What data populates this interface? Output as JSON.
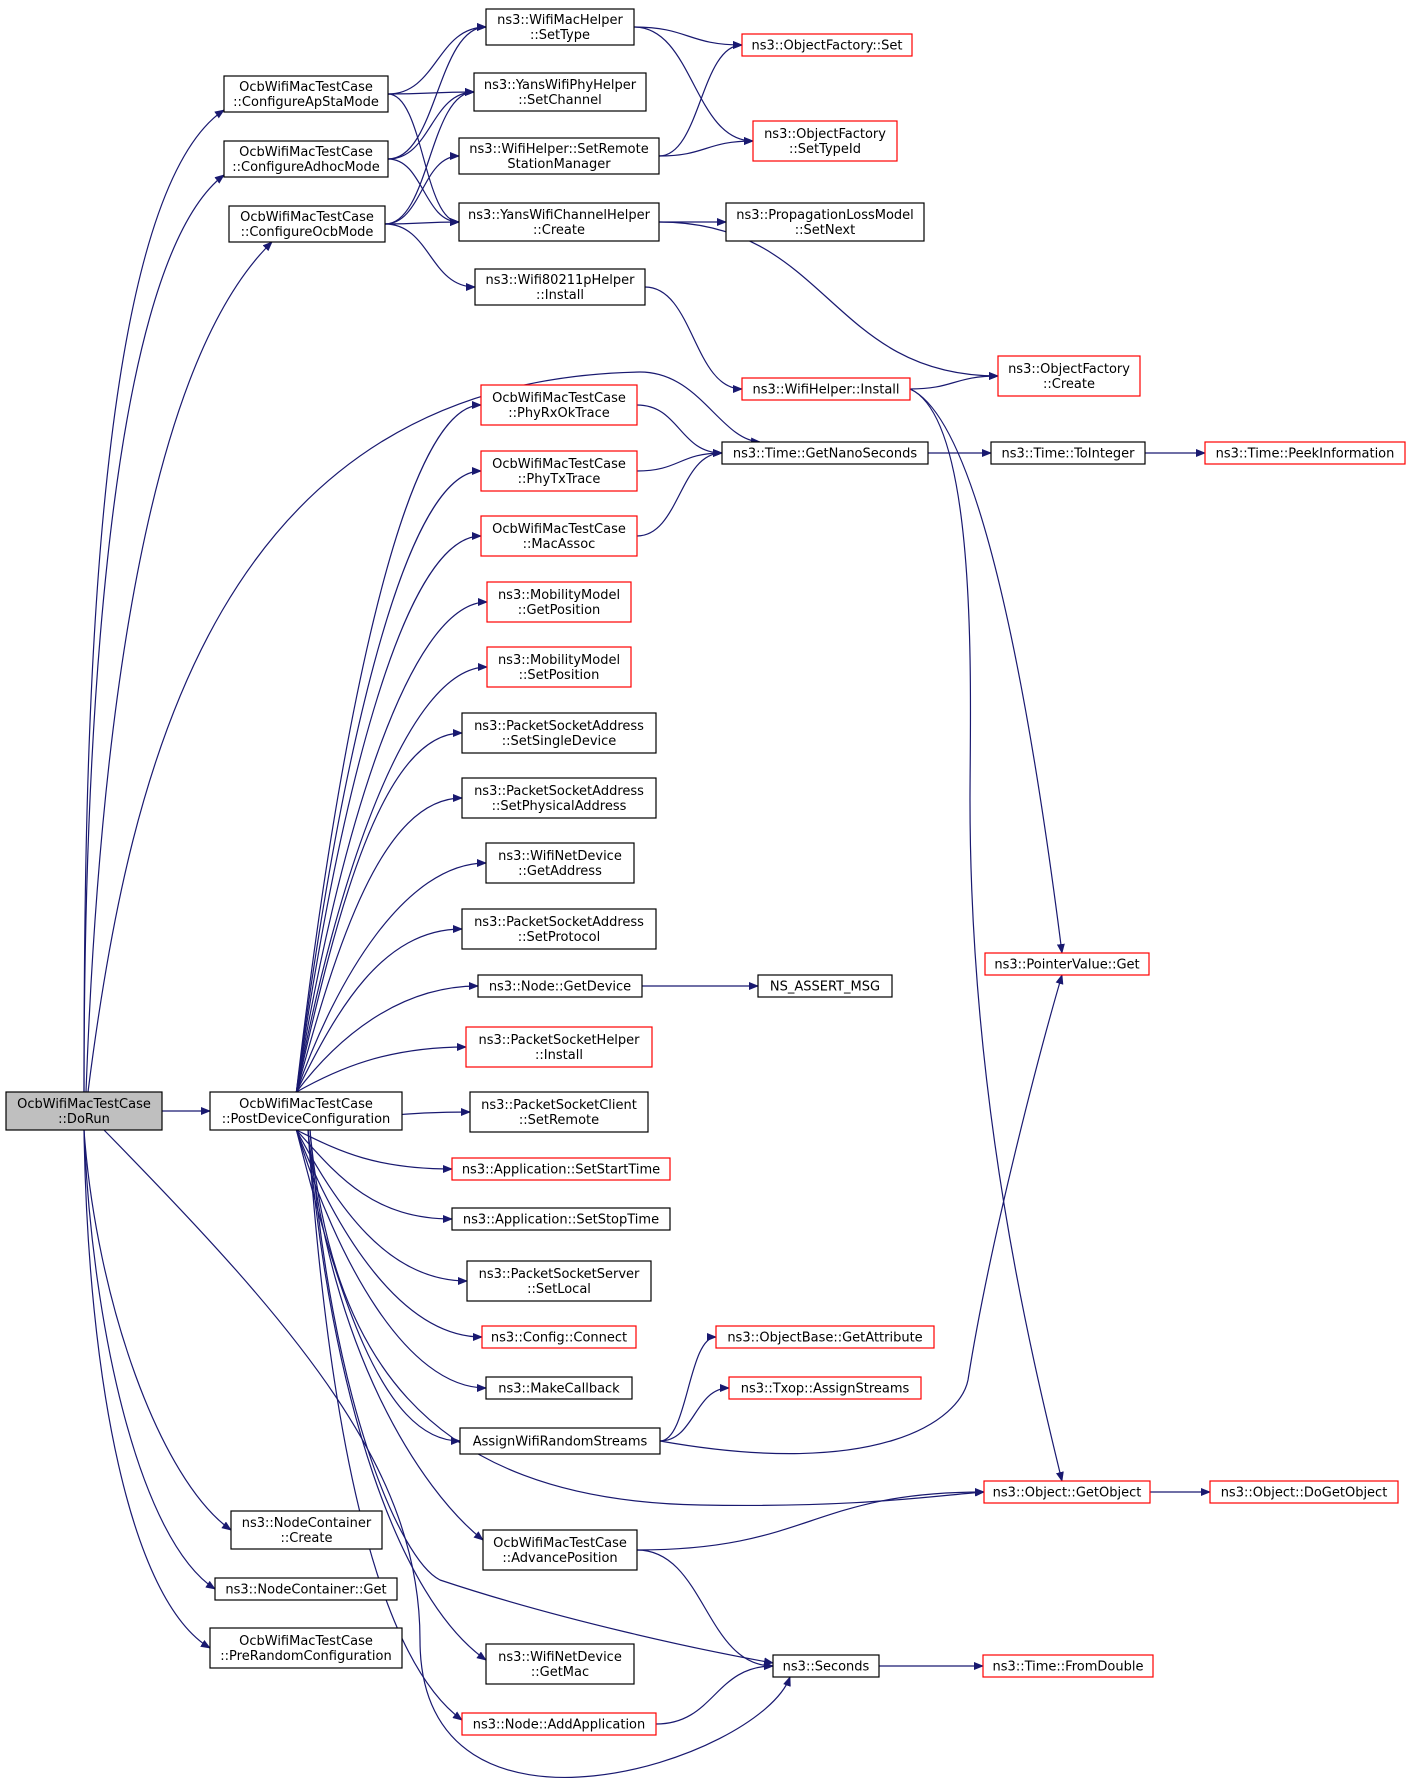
{
  "colors": {
    "edge": "#191970",
    "normal_border": "#000000",
    "link_border": "#ff0000",
    "root_fill": "#bfbfbf",
    "node_fill": "#ffffff"
  },
  "nodes": {
    "dorun": {
      "lines": [
        "OcbWifiMacTestCase",
        "::DoRun"
      ],
      "style": "root"
    },
    "apsta": {
      "lines": [
        "OcbWifiMacTestCase",
        "::ConfigureApStaMode"
      ],
      "style": "normal"
    },
    "adhoc": {
      "lines": [
        "OcbWifiMacTestCase",
        "::ConfigureAdhocMode"
      ],
      "style": "normal"
    },
    "ocbmode": {
      "lines": [
        "OcbWifiMacTestCase",
        "::ConfigureOcbMode"
      ],
      "style": "normal"
    },
    "settype": {
      "lines": [
        "ns3::WifiMacHelper",
        "::SetType"
      ],
      "style": "normal"
    },
    "setchannel": {
      "lines": [
        "ns3::YansWifiPhyHelper",
        "::SetChannel"
      ],
      "style": "normal"
    },
    "setremote_sm": {
      "lines": [
        "ns3::WifiHelper::SetRemote",
        "StationManager"
      ],
      "style": "normal"
    },
    "chcreate": {
      "lines": [
        "ns3::YansWifiChannelHelper",
        "::Create"
      ],
      "style": "normal"
    },
    "w80211p": {
      "lines": [
        "ns3::Wifi80211pHelper",
        "::Install"
      ],
      "style": "normal"
    },
    "ofset": {
      "lines": [
        "ns3::ObjectFactory::Set"
      ],
      "style": "link"
    },
    "ofsettypeid": {
      "lines": [
        "ns3::ObjectFactory",
        "::SetTypeId"
      ],
      "style": "link"
    },
    "plmsetnext": {
      "lines": [
        "ns3::PropagationLossModel",
        "::SetNext"
      ],
      "style": "normal"
    },
    "ofcreate": {
      "lines": [
        "ns3::ObjectFactory",
        "::Create"
      ],
      "style": "link"
    },
    "whinstall": {
      "lines": [
        "ns3::WifiHelper::Install"
      ],
      "style": "link"
    },
    "getnano": {
      "lines": [
        "ns3::Time::GetNanoSeconds"
      ],
      "style": "normal"
    },
    "tointeger": {
      "lines": [
        "ns3::Time::ToInteger"
      ],
      "style": "normal"
    },
    "peekinfo": {
      "lines": [
        "ns3::Time::PeekInformation"
      ],
      "style": "link"
    },
    "phyrx": {
      "lines": [
        "OcbWifiMacTestCase",
        "::PhyRxOkTrace"
      ],
      "style": "link"
    },
    "phytx": {
      "lines": [
        "OcbWifiMacTestCase",
        "::PhyTxTrace"
      ],
      "style": "link"
    },
    "macassoc": {
      "lines": [
        "OcbWifiMacTestCase",
        "::MacAssoc"
      ],
      "style": "link"
    },
    "getpos": {
      "lines": [
        "ns3::MobilityModel",
        "::GetPosition"
      ],
      "style": "link"
    },
    "setpos": {
      "lines": [
        "ns3::MobilityModel",
        "::SetPosition"
      ],
      "style": "link"
    },
    "setsingle": {
      "lines": [
        "ns3::PacketSocketAddress",
        "::SetSingleDevice"
      ],
      "style": "normal"
    },
    "setphys": {
      "lines": [
        "ns3::PacketSocketAddress",
        "::SetPhysicalAddress"
      ],
      "style": "normal"
    },
    "wndgetaddr": {
      "lines": [
        "ns3::WifiNetDevice",
        "::GetAddress"
      ],
      "style": "normal"
    },
    "setproto": {
      "lines": [
        "ns3::PacketSocketAddress",
        "::SetProtocol"
      ],
      "style": "normal"
    },
    "nodegetdev": {
      "lines": [
        "ns3::Node::GetDevice"
      ],
      "style": "normal"
    },
    "assertmsg": {
      "lines": [
        "NS_ASSERT_MSG"
      ],
      "style": "normal"
    },
    "pshinstall": {
      "lines": [
        "ns3::PacketSocketHelper",
        "::Install"
      ],
      "style": "link"
    },
    "pscsetremote": {
      "lines": [
        "ns3::PacketSocketClient",
        "::SetRemote"
      ],
      "style": "normal"
    },
    "appstart": {
      "lines": [
        "ns3::Application::SetStartTime"
      ],
      "style": "link"
    },
    "appstop": {
      "lines": [
        "ns3::Application::SetStopTime"
      ],
      "style": "normal"
    },
    "psssetlocal": {
      "lines": [
        "ns3::PacketSocketServer",
        "::SetLocal"
      ],
      "style": "normal"
    },
    "cfgconnect": {
      "lines": [
        "ns3::Config::Connect"
      ],
      "style": "link"
    },
    "makecb": {
      "lines": [
        "ns3::MakeCallback"
      ],
      "style": "normal"
    },
    "assignrs": {
      "lines": [
        "AssignWifiRandomStreams"
      ],
      "style": "normal"
    },
    "obgetattr": {
      "lines": [
        "ns3::ObjectBase::GetAttribute"
      ],
      "style": "link"
    },
    "txopassign": {
      "lines": [
        "ns3::Txop::AssignStreams"
      ],
      "style": "link"
    },
    "pvget": {
      "lines": [
        "ns3::PointerValue::Get"
      ],
      "style": "link"
    },
    "objgetobj": {
      "lines": [
        "ns3::Object::GetObject"
      ],
      "style": "link"
    },
    "objdoget": {
      "lines": [
        "ns3::Object::DoGetObject"
      ],
      "style": "link"
    },
    "postdev": {
      "lines": [
        "OcbWifiMacTestCase",
        "::PostDeviceConfiguration"
      ],
      "style": "normal"
    },
    "ncreate": {
      "lines": [
        "ns3::NodeContainer",
        "::Create"
      ],
      "style": "normal"
    },
    "nget": {
      "lines": [
        "ns3::NodeContainer::Get"
      ],
      "style": "normal"
    },
    "prerandom": {
      "lines": [
        "OcbWifiMacTestCase",
        "::PreRandomConfiguration"
      ],
      "style": "normal"
    },
    "advpos": {
      "lines": [
        "OcbWifiMacTestCase",
        "::AdvancePosition"
      ],
      "style": "normal"
    },
    "wndgetmac": {
      "lines": [
        "ns3::WifiNetDevice",
        "::GetMac"
      ],
      "style": "normal"
    },
    "seconds": {
      "lines": [
        "ns3::Seconds"
      ],
      "style": "normal"
    },
    "fromdouble": {
      "lines": [
        "ns3::Time::FromDouble"
      ],
      "style": "link"
    },
    "addapp": {
      "lines": [
        "ns3::Node::AddApplication"
      ],
      "style": "link"
    }
  },
  "edges": [
    {
      "from": "dorun",
      "to": "apsta"
    },
    {
      "from": "dorun",
      "to": "adhoc"
    },
    {
      "from": "dorun",
      "to": "ocbmode"
    },
    {
      "from": "dorun",
      "to": "getnano"
    },
    {
      "from": "dorun",
      "to": "postdev"
    },
    {
      "from": "dorun",
      "to": "ncreate"
    },
    {
      "from": "dorun",
      "to": "nget"
    },
    {
      "from": "dorun",
      "to": "prerandom"
    },
    {
      "from": "dorun",
      "to": "seconds"
    },
    {
      "from": "apsta",
      "to": "settype"
    },
    {
      "from": "apsta",
      "to": "setchannel"
    },
    {
      "from": "apsta",
      "to": "chcreate"
    },
    {
      "from": "adhoc",
      "to": "settype"
    },
    {
      "from": "adhoc",
      "to": "setchannel"
    },
    {
      "from": "adhoc",
      "to": "chcreate"
    },
    {
      "from": "ocbmode",
      "to": "setchannel"
    },
    {
      "from": "ocbmode",
      "to": "setremote_sm"
    },
    {
      "from": "ocbmode",
      "to": "chcreate"
    },
    {
      "from": "ocbmode",
      "to": "w80211p"
    },
    {
      "from": "settype",
      "to": "ofset"
    },
    {
      "from": "settype",
      "to": "ofsettypeid"
    },
    {
      "from": "setremote_sm",
      "to": "ofset"
    },
    {
      "from": "setremote_sm",
      "to": "ofsettypeid"
    },
    {
      "from": "chcreate",
      "to": "plmsetnext"
    },
    {
      "from": "chcreate",
      "to": "ofcreate"
    },
    {
      "from": "w80211p",
      "to": "whinstall"
    },
    {
      "from": "whinstall",
      "to": "ofcreate"
    },
    {
      "from": "whinstall",
      "to": "pvget"
    },
    {
      "from": "whinstall",
      "to": "objgetobj"
    },
    {
      "from": "getnano",
      "to": "tointeger"
    },
    {
      "from": "tointeger",
      "to": "peekinfo"
    },
    {
      "from": "phyrx",
      "to": "getnano"
    },
    {
      "from": "phytx",
      "to": "getnano"
    },
    {
      "from": "macassoc",
      "to": "getnano"
    },
    {
      "from": "postdev",
      "to": "phyrx"
    },
    {
      "from": "postdev",
      "to": "phytx"
    },
    {
      "from": "postdev",
      "to": "macassoc"
    },
    {
      "from": "postdev",
      "to": "getpos"
    },
    {
      "from": "postdev",
      "to": "setpos"
    },
    {
      "from": "postdev",
      "to": "setsingle"
    },
    {
      "from": "postdev",
      "to": "setphys"
    },
    {
      "from": "postdev",
      "to": "wndgetaddr"
    },
    {
      "from": "postdev",
      "to": "setproto"
    },
    {
      "from": "postdev",
      "to": "nodegetdev"
    },
    {
      "from": "postdev",
      "to": "pshinstall"
    },
    {
      "from": "postdev",
      "to": "pscsetremote"
    },
    {
      "from": "postdev",
      "to": "appstart"
    },
    {
      "from": "postdev",
      "to": "appstop"
    },
    {
      "from": "postdev",
      "to": "psssetlocal"
    },
    {
      "from": "postdev",
      "to": "cfgconnect"
    },
    {
      "from": "postdev",
      "to": "makecb"
    },
    {
      "from": "postdev",
      "to": "assignrs"
    },
    {
      "from": "postdev",
      "to": "objgetobj"
    },
    {
      "from": "postdev",
      "to": "advpos"
    },
    {
      "from": "postdev",
      "to": "wndgetmac"
    },
    {
      "from": "postdev",
      "to": "seconds"
    },
    {
      "from": "postdev",
      "to": "addapp"
    },
    {
      "from": "nodegetdev",
      "to": "assertmsg"
    },
    {
      "from": "assignrs",
      "to": "obgetattr"
    },
    {
      "from": "assignrs",
      "to": "txopassign"
    },
    {
      "from": "assignrs",
      "to": "pvget"
    },
    {
      "from": "objgetobj",
      "to": "objdoget"
    },
    {
      "from": "advpos",
      "to": "objgetobj"
    },
    {
      "from": "advpos",
      "to": "seconds"
    },
    {
      "from": "seconds",
      "to": "fromdouble"
    },
    {
      "from": "addapp",
      "to": "seconds"
    }
  ]
}
